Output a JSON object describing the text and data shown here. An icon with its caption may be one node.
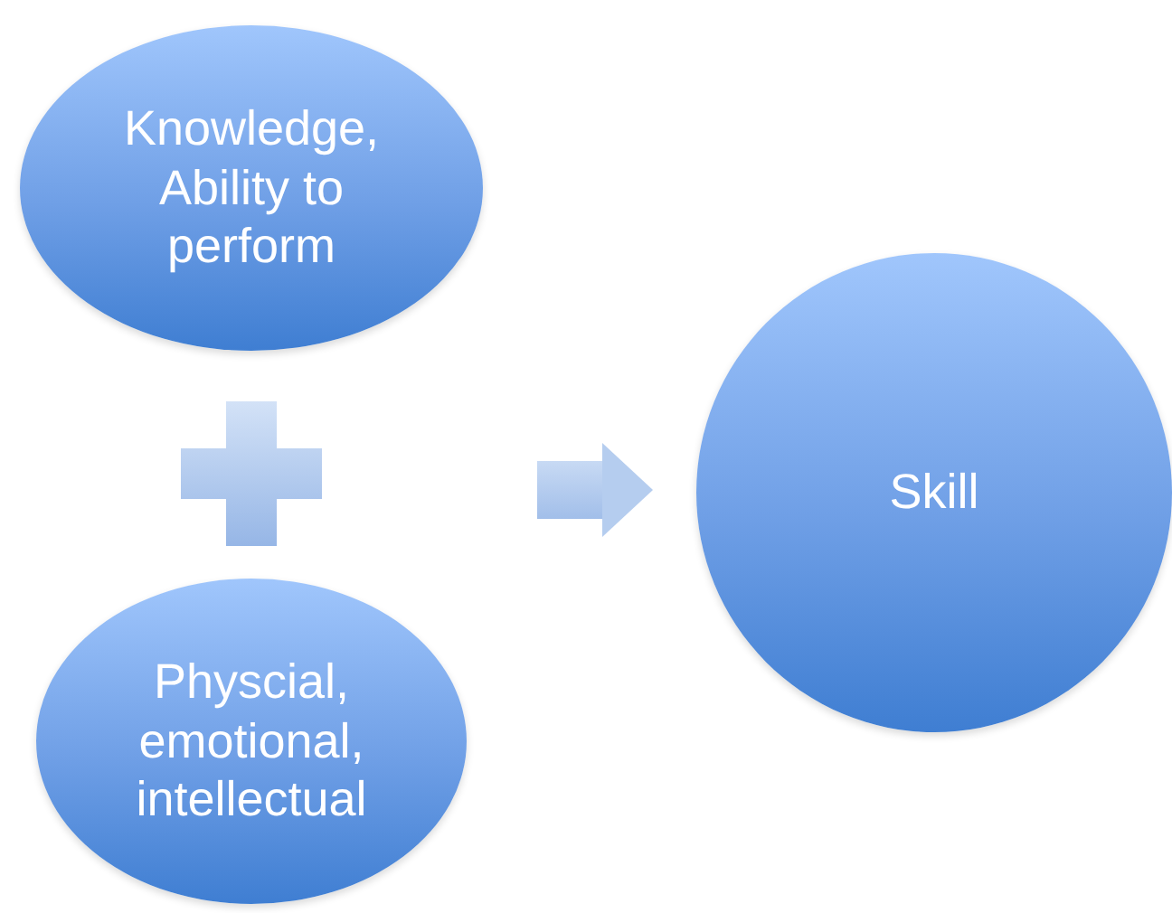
{
  "diagram": {
    "nodes": [
      {
        "text": [
          "Knowledge, Ability to perform"
        ]
      },
      {
        "text": [
          "Physcial, emotional, intellectual"
        ]
      },
      {
        "text": [
          "Skill"
        ]
      }
    ],
    "edges": [
      {
        "from": null,
        "to": 2,
        "arrow": "to"
      }
    ]
  }
}
